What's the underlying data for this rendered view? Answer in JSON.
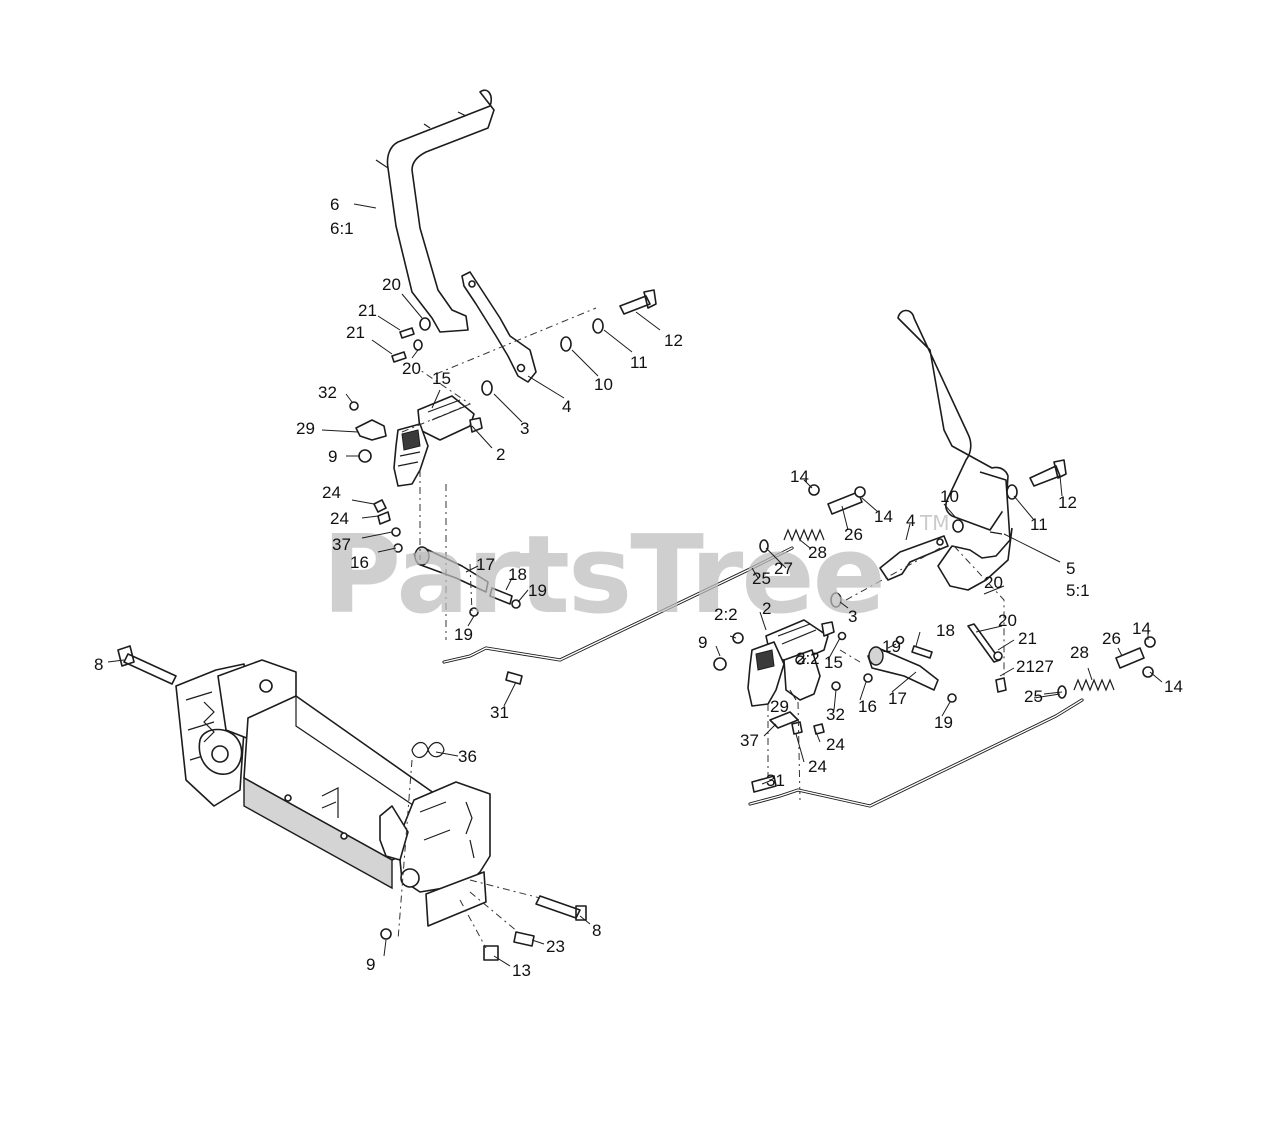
{
  "watermark": {
    "brand": "PartsTree",
    "trademark": "TM"
  },
  "callouts": [
    {
      "id": "c-6",
      "text": "6"
    },
    {
      "id": "c-6-1",
      "text": "6:1"
    },
    {
      "id": "c-20a",
      "text": "20"
    },
    {
      "id": "c-21a",
      "text": "21"
    },
    {
      "id": "c-21b",
      "text": "21"
    },
    {
      "id": "c-20b",
      "text": "20"
    },
    {
      "id": "c-12a",
      "text": "12"
    },
    {
      "id": "c-11a",
      "text": "11"
    },
    {
      "id": "c-10a",
      "text": "10"
    },
    {
      "id": "c-4a",
      "text": "4"
    },
    {
      "id": "c-3a",
      "text": "3"
    },
    {
      "id": "c-15a",
      "text": "15"
    },
    {
      "id": "c-32a",
      "text": "32"
    },
    {
      "id": "c-29a",
      "text": "29"
    },
    {
      "id": "c-2a",
      "text": "2"
    },
    {
      "id": "c-9a",
      "text": "9"
    },
    {
      "id": "c-24a",
      "text": "24"
    },
    {
      "id": "c-24b",
      "text": "24"
    },
    {
      "id": "c-37a",
      "text": "37"
    },
    {
      "id": "c-16a",
      "text": "16"
    },
    {
      "id": "c-17a",
      "text": "17"
    },
    {
      "id": "c-18a",
      "text": "18"
    },
    {
      "id": "c-19a",
      "text": "19"
    },
    {
      "id": "c-19b",
      "text": "19"
    },
    {
      "id": "c-31a",
      "text": "31"
    },
    {
      "id": "c-8a",
      "text": "8"
    },
    {
      "id": "c-36",
      "text": "36"
    },
    {
      "id": "c-8b",
      "text": "8"
    },
    {
      "id": "c-23",
      "text": "23"
    },
    {
      "id": "c-13",
      "text": "13"
    },
    {
      "id": "c-9b",
      "text": "9"
    },
    {
      "id": "c-14a",
      "text": "14"
    },
    {
      "id": "c-14b",
      "text": "14"
    },
    {
      "id": "c-26a",
      "text": "26"
    },
    {
      "id": "c-28a",
      "text": "28"
    },
    {
      "id": "c-27a",
      "text": "27"
    },
    {
      "id": "c-25a",
      "text": "25"
    },
    {
      "id": "c-10b",
      "text": "10"
    },
    {
      "id": "c-4b",
      "text": "4"
    },
    {
      "id": "c-12b",
      "text": "12"
    },
    {
      "id": "c-11b",
      "text": "11"
    },
    {
      "id": "c-5",
      "text": "5"
    },
    {
      "id": "c-5-1",
      "text": "5:1"
    },
    {
      "id": "c-3b",
      "text": "3"
    },
    {
      "id": "c-20c",
      "text": "20"
    },
    {
      "id": "c-20d",
      "text": "20"
    },
    {
      "id": "c-21c",
      "text": "21"
    },
    {
      "id": "c-2127",
      "text": "2127"
    },
    {
      "id": "c-25b",
      "text": "25"
    },
    {
      "id": "c-28b",
      "text": "28"
    },
    {
      "id": "c-26b",
      "text": "26"
    },
    {
      "id": "c-14c",
      "text": "14"
    },
    {
      "id": "c-14d",
      "text": "14"
    },
    {
      "id": "c-2b",
      "text": "2"
    },
    {
      "id": "c-2-2a",
      "text": "2:2"
    },
    {
      "id": "c-9c",
      "text": "9"
    },
    {
      "id": "c-19c",
      "text": "19"
    },
    {
      "id": "c-18b",
      "text": "18"
    },
    {
      "id": "c-2-2b",
      "text": "2:2"
    },
    {
      "id": "c-15b",
      "text": "15"
    },
    {
      "id": "c-17b",
      "text": "17"
    },
    {
      "id": "c-29b",
      "text": "29"
    },
    {
      "id": "c-16b",
      "text": "16"
    },
    {
      "id": "c-32b",
      "text": "32"
    },
    {
      "id": "c-19d",
      "text": "19"
    },
    {
      "id": "c-37b",
      "text": "37"
    },
    {
      "id": "c-24c",
      "text": "24"
    },
    {
      "id": "c-24d",
      "text": "24"
    },
    {
      "id": "c-31b",
      "text": "31"
    }
  ]
}
